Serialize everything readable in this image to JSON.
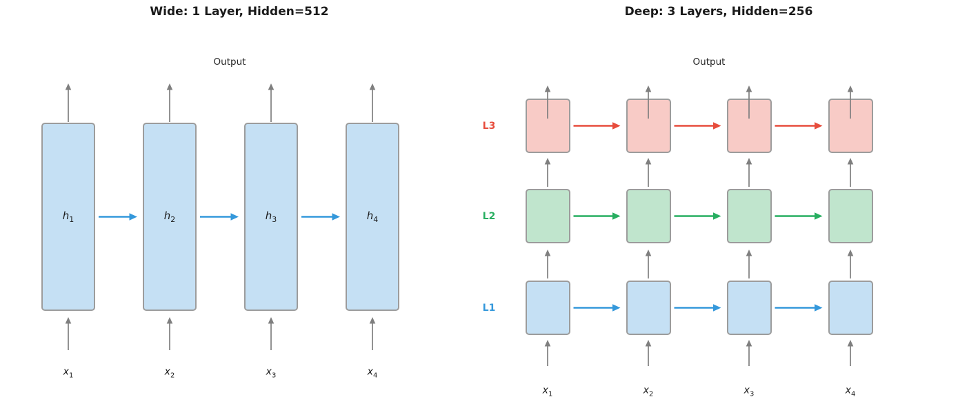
{
  "left_panel": {
    "title": "Wide: 1 Layer, Hidden=512",
    "output_label": "Output",
    "hidden_units": [
      {
        "base": "h",
        "sub": "1"
      },
      {
        "base": "h",
        "sub": "2"
      },
      {
        "base": "h",
        "sub": "3"
      },
      {
        "base": "h",
        "sub": "4"
      }
    ],
    "inputs": [
      {
        "base": "x",
        "sub": "1"
      },
      {
        "base": "x",
        "sub": "2"
      },
      {
        "base": "x",
        "sub": "3"
      },
      {
        "base": "x",
        "sub": "4"
      }
    ],
    "box_fill": "#c5e0f4",
    "box_border": "#9c9c9c",
    "recurrent_arrow_color": "#3498db",
    "io_arrow_color": "#7f7f7f"
  },
  "right_panel": {
    "title": "Deep: 3 Layers, Hidden=256",
    "output_label": "Output",
    "layers": [
      {
        "label": "L3",
        "label_color": "#e74c3c",
        "arrow_color": "#e74c3c",
        "box_fill": "#f8cbc6"
      },
      {
        "label": "L2",
        "label_color": "#27ae60",
        "arrow_color": "#27ae60",
        "box_fill": "#c0e5cd"
      },
      {
        "label": "L1",
        "label_color": "#3498db",
        "arrow_color": "#3498db",
        "box_fill": "#c5e0f4"
      }
    ],
    "inputs": [
      {
        "base": "x",
        "sub": "1"
      },
      {
        "base": "x",
        "sub": "2"
      },
      {
        "base": "x",
        "sub": "3"
      },
      {
        "base": "x",
        "sub": "4"
      }
    ],
    "box_border": "#9c9c9c",
    "io_arrow_color": "#7f7f7f"
  }
}
